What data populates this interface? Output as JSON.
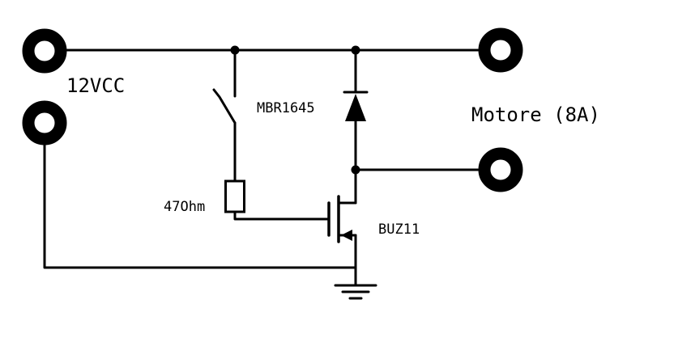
{
  "labels": {
    "supply": "12VCC",
    "diode": "MBR1645",
    "motor": "Motore (8A)",
    "resistor": "47Ohm",
    "mosfet": "BUZ11"
  },
  "colors": {
    "line": "#000000",
    "background": "#ffffff"
  }
}
